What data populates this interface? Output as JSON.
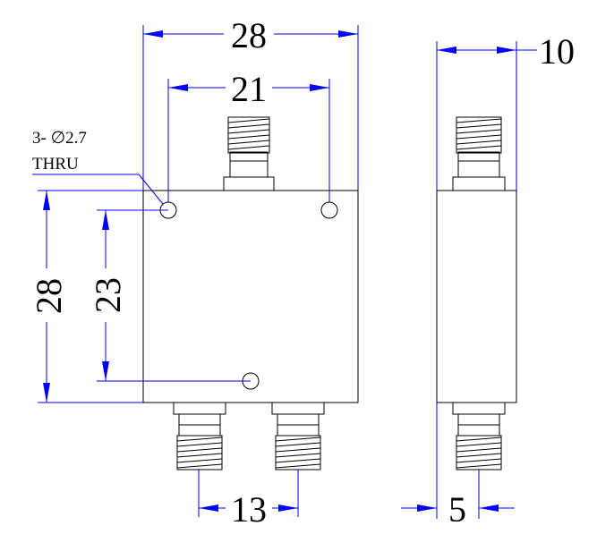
{
  "dimensions": {
    "overall_width": "28",
    "hole_spacing_horizontal": "21",
    "overall_height": "28",
    "hole_spacing_vertical": "23",
    "connector_spacing": "13",
    "thickness": "10",
    "connector_offset": "5"
  },
  "hole_note": {
    "line1": "3- ∅2.7",
    "line2": "THRU"
  },
  "colors": {
    "dimension_lines": "#0000ff",
    "outline": "#000000"
  }
}
